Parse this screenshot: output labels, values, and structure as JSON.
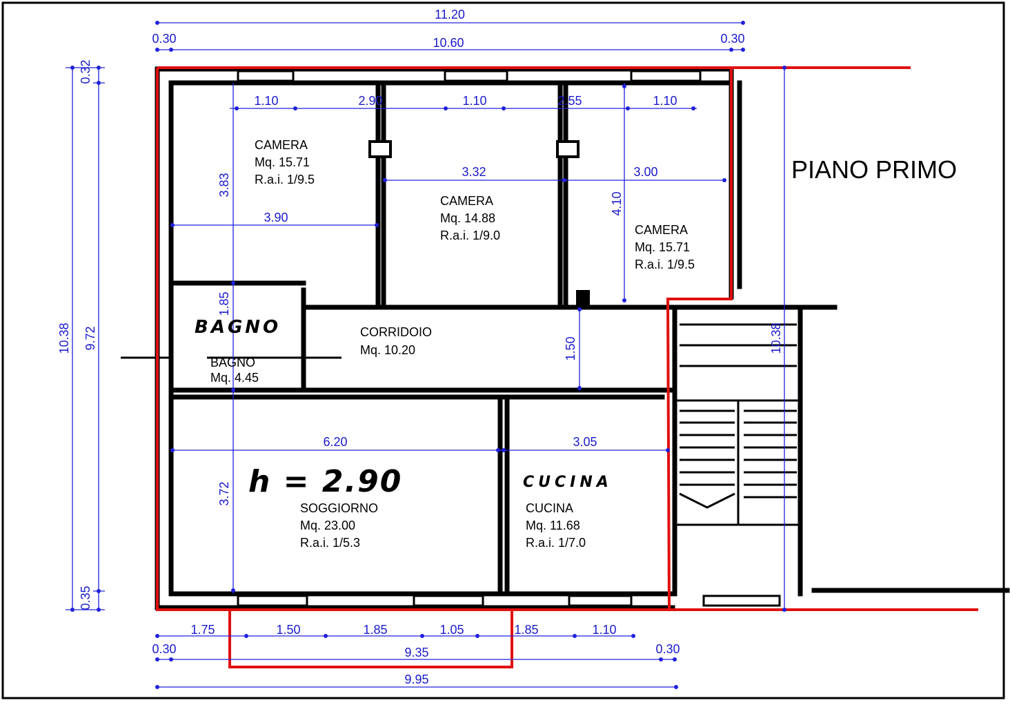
{
  "title": "PIANO PRIMO",
  "ceiling_height": "h = 2.90",
  "colors": {
    "outline": "#e01010",
    "dimensions": "#1a1acc",
    "walls": "#000000"
  },
  "rooms": {
    "camera1": {
      "name": "CAMERA",
      "area": "Mq. 15.71",
      "rai": "R.a.i. 1/9.5"
    },
    "camera2": {
      "name": "CAMERA",
      "area": "Mq. 14.88",
      "rai": "R.a.i. 1/9.0"
    },
    "camera3": {
      "name": "CAMERA",
      "area": "Mq. 15.71",
      "rai": "R.a.i. 1/9.5"
    },
    "corridoio": {
      "name": "CORRIDOIO",
      "area": "Mq. 10.20"
    },
    "bagno": {
      "name": "BAGNO",
      "area": "Mq. 4.45",
      "handwritten": "BAGNO"
    },
    "soggiorno": {
      "name": "SOGGIORNO",
      "area": "Mq. 23.00",
      "rai": "R.a.i. 1/5.3"
    },
    "cucina": {
      "name": "CUCINA",
      "area": "Mq. 11.68",
      "rai": "R.a.i. 1/7.0",
      "handwritten": "CUCINA"
    }
  },
  "dims": {
    "top_total": "11.20",
    "top_inner": "10.60",
    "top_left": "0.30",
    "top_right": "0.30",
    "win1": "1.10",
    "pier1": "2.90",
    "win2": "1.10",
    "pier2": "2.55",
    "win3": "1.10",
    "camera2_width": "3.32",
    "camera3_width": "3.00",
    "camera1_width": "3.90",
    "camera1_depth": "3.83",
    "camera3_depth": "4.10",
    "bagno_depth": "1.85",
    "corridor_depth": "1.50",
    "soggiorno_width": "6.20",
    "cucina_width": "3.05",
    "soggiorno_depth": "3.72",
    "left_total": "10.38",
    "left_inner": "9.72",
    "left_top": "0.32",
    "left_bottom": "0.35",
    "right_total": "10.38",
    "bot_a": "1.75",
    "bot_b": "1.50",
    "bot_c": "1.85",
    "bot_d": "1.05",
    "bot_e": "1.85",
    "bot_f": "1.10",
    "bot_left": "0.30",
    "bot_inner": "9.35",
    "bot_right": "0.30",
    "bot_total": "9.95"
  }
}
